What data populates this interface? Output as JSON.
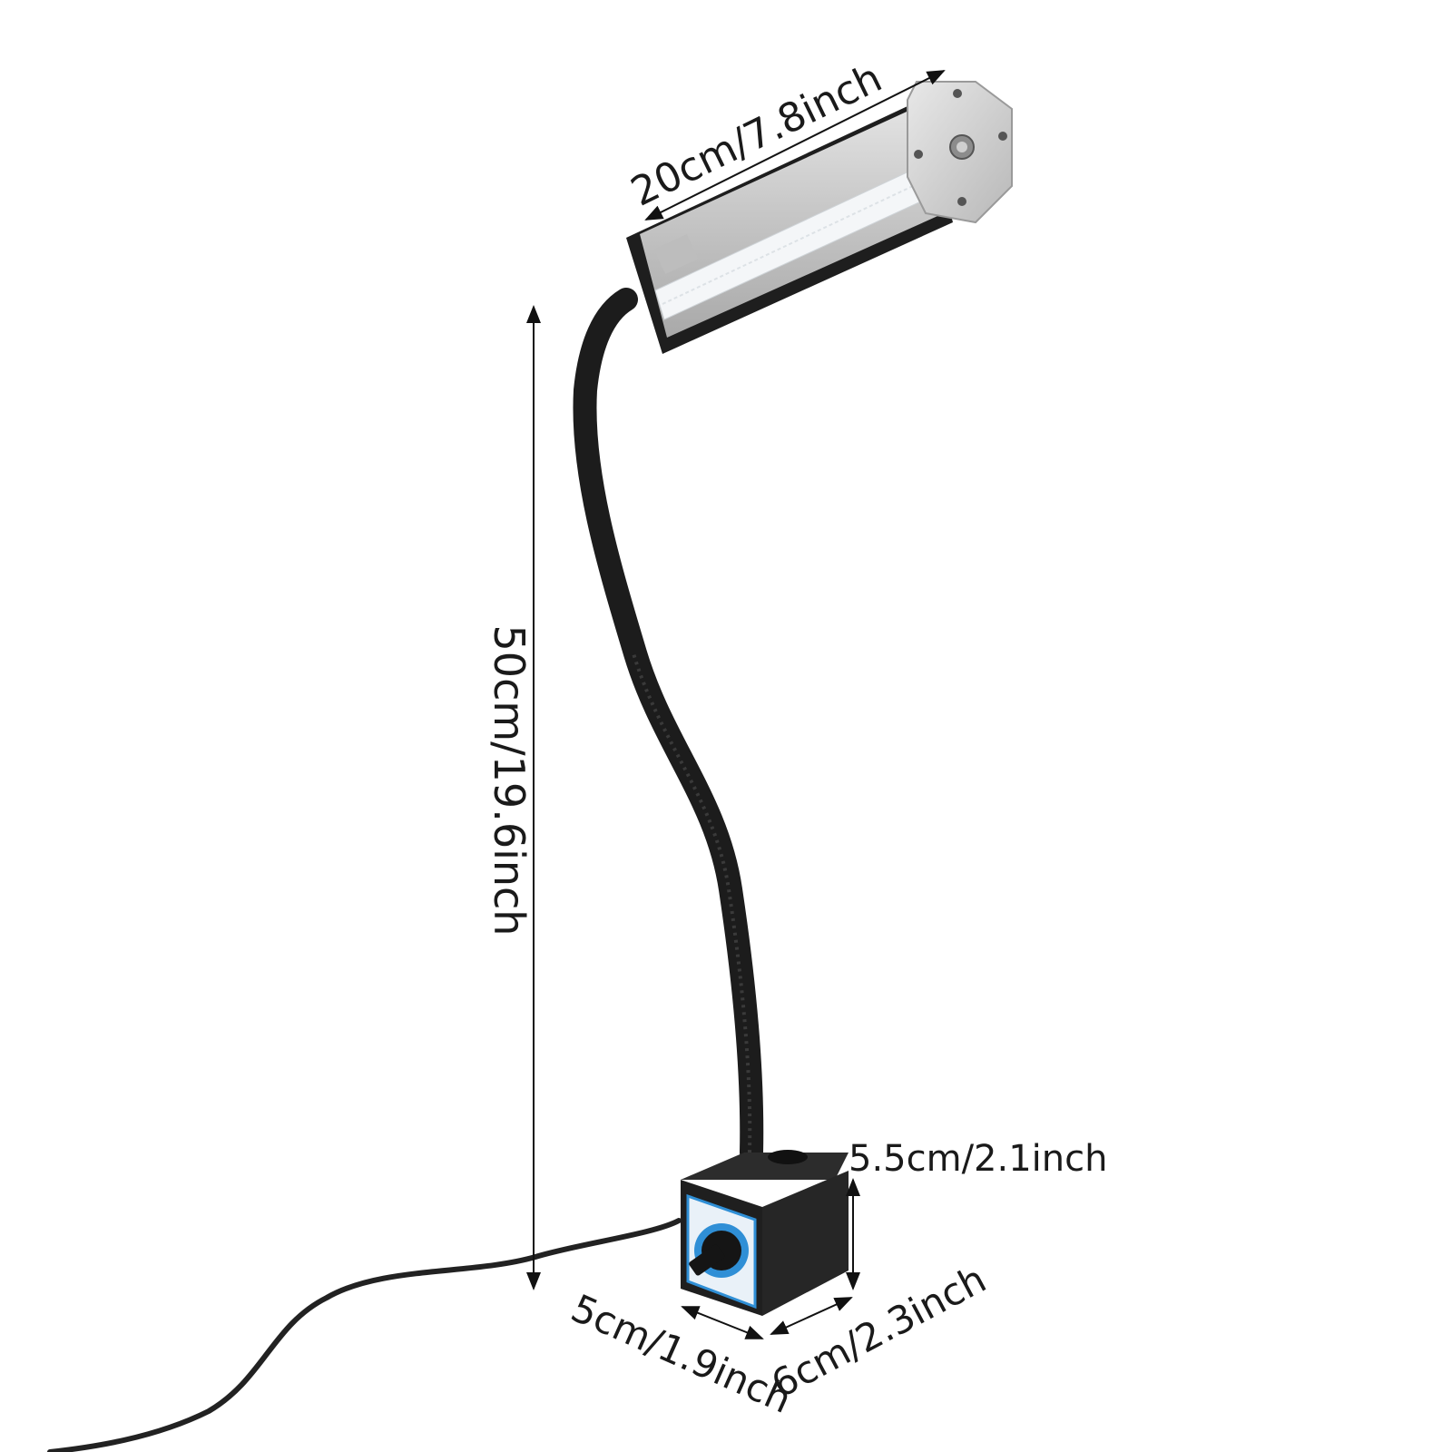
{
  "dimensions": {
    "lamp_head_length": "20cm/7.8inch",
    "total_height": "50cm/19.6inch",
    "base_height": "5.5cm/2.1inch",
    "base_width": "5cm/1.9inch",
    "base_depth": "6cm/2.3inch"
  },
  "colors": {
    "background": "#ffffff",
    "aluminum": "#c9c9c9",
    "led_panel": "#f4f6f8",
    "gooseneck": "#1c1c1c",
    "base": "#1f1f1f",
    "switch_plate": "#2f8fd6",
    "dimension_line": "#111111"
  },
  "icons": [
    "power-button-icon",
    "magnetic-switch-knob-icon"
  ]
}
